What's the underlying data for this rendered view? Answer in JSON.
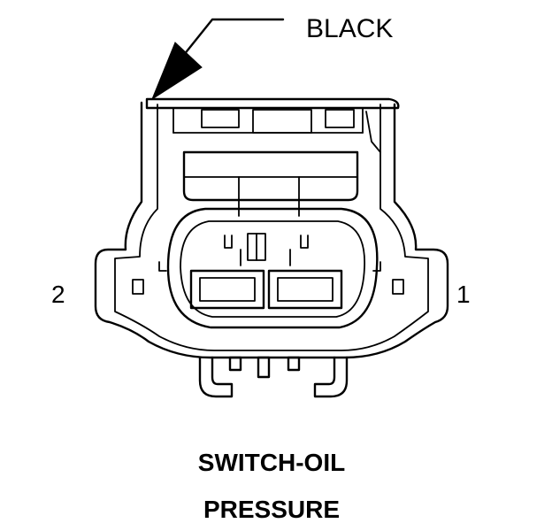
{
  "callout": {
    "label": "BLACK"
  },
  "pins": {
    "left": "2",
    "right": "1"
  },
  "caption": {
    "line1": "SWITCH-OIL",
    "line2": "PRESSURE"
  },
  "colors": {
    "ink": "#000000",
    "background": "#ffffff"
  }
}
